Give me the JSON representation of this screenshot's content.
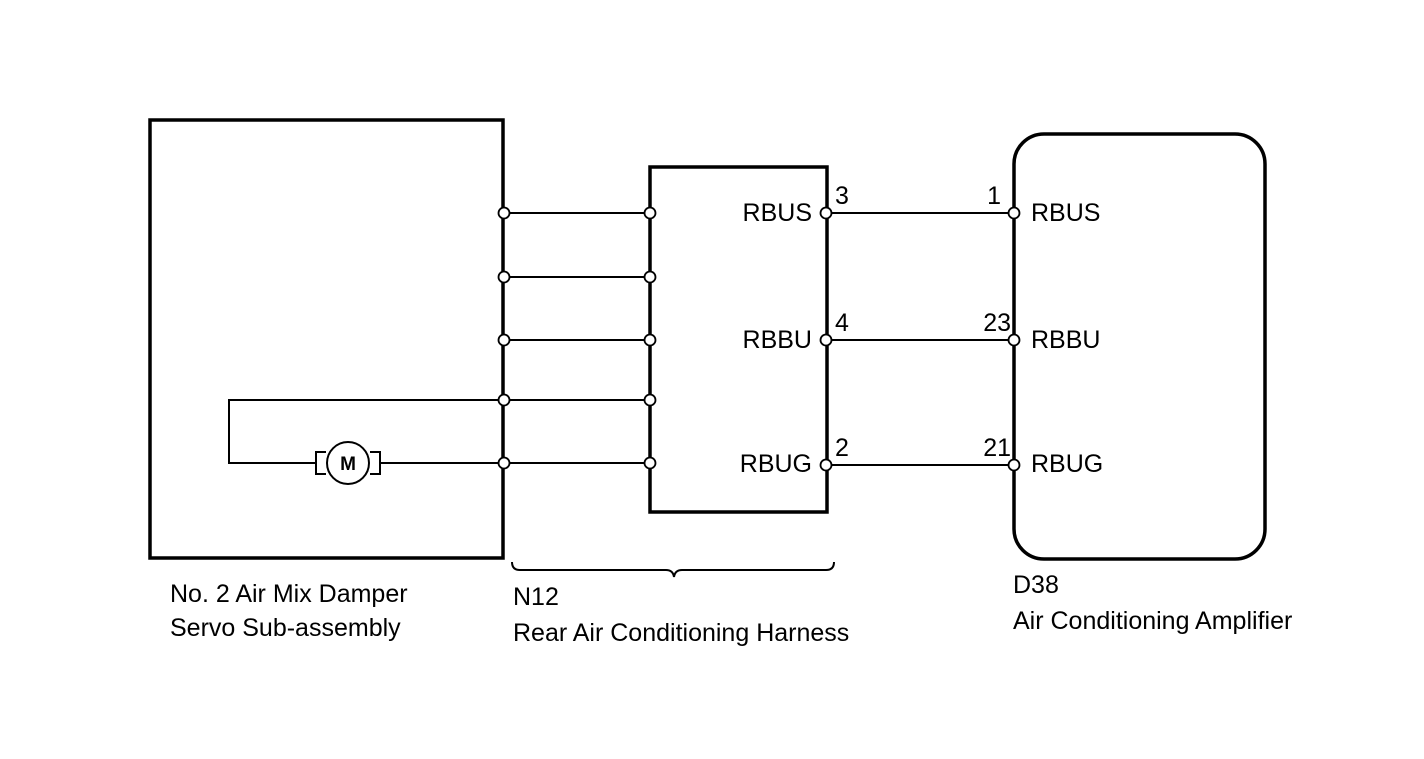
{
  "colors": {
    "line": "#000000",
    "background": "#ffffff"
  },
  "components": {
    "servo": {
      "name_line1": "No. 2 Air Mix Damper",
      "name_line2": "Servo Sub-assembly",
      "motor_label": "M"
    },
    "harness": {
      "code": "N12",
      "name": "Rear Air Conditioning Harness",
      "pins": [
        {
          "signal": "RBUS",
          "pin": "3"
        },
        {
          "signal": "RBBU",
          "pin": "4"
        },
        {
          "signal": "RBUG",
          "pin": "2"
        }
      ]
    },
    "amplifier": {
      "code": "D38",
      "name": "Air Conditioning Amplifier",
      "pins": [
        {
          "signal": "RBUS",
          "pin": "1"
        },
        {
          "signal": "RBBU",
          "pin": "23"
        },
        {
          "signal": "RBUG",
          "pin": "21"
        }
      ]
    }
  },
  "wires": [
    {
      "from": "N12-3",
      "to": "D38-1",
      "signal": "RBUS"
    },
    {
      "from": "N12-4",
      "to": "D38-23",
      "signal": "RBBU"
    },
    {
      "from": "N12-2",
      "to": "D38-21",
      "signal": "RBUG"
    }
  ]
}
